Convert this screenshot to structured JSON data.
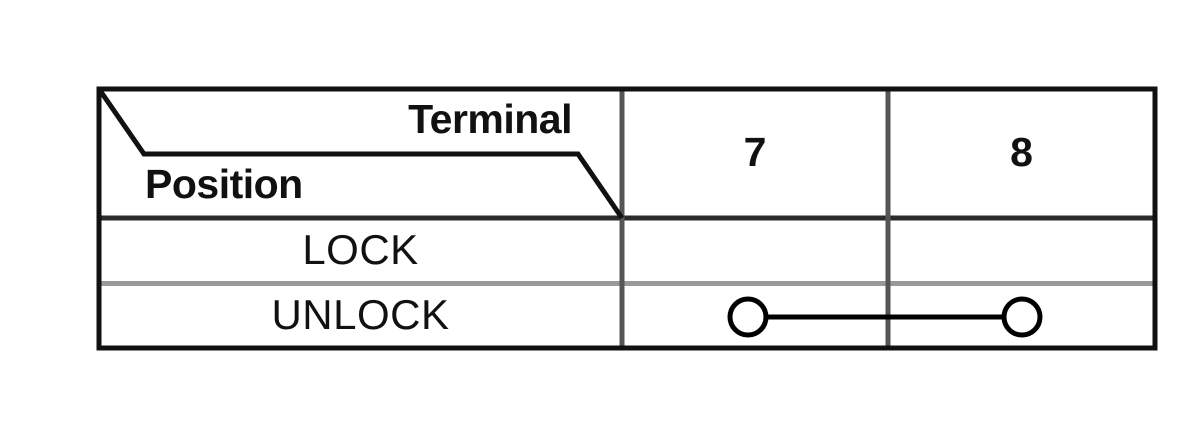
{
  "diagram": {
    "type": "continuity-table",
    "corner_header": {
      "upper_label": "Terminal",
      "lower_label": "Position"
    },
    "columns": [
      {
        "id": "col-7",
        "label": "7"
      },
      {
        "id": "col-8",
        "label": "8"
      }
    ],
    "rows": [
      {
        "id": "row-lock",
        "label": "LOCK",
        "continuity": false,
        "connected_terminals": []
      },
      {
        "id": "row-unlock",
        "label": "UNLOCK",
        "continuity": true,
        "connected_terminals": [
          "7",
          "8"
        ]
      }
    ],
    "colors": {
      "outer_border": "#111111",
      "inner_border": "#555555",
      "light_divider": "#999999",
      "text": "#111111",
      "background": "#ffffff",
      "symbol": "#000000"
    }
  }
}
